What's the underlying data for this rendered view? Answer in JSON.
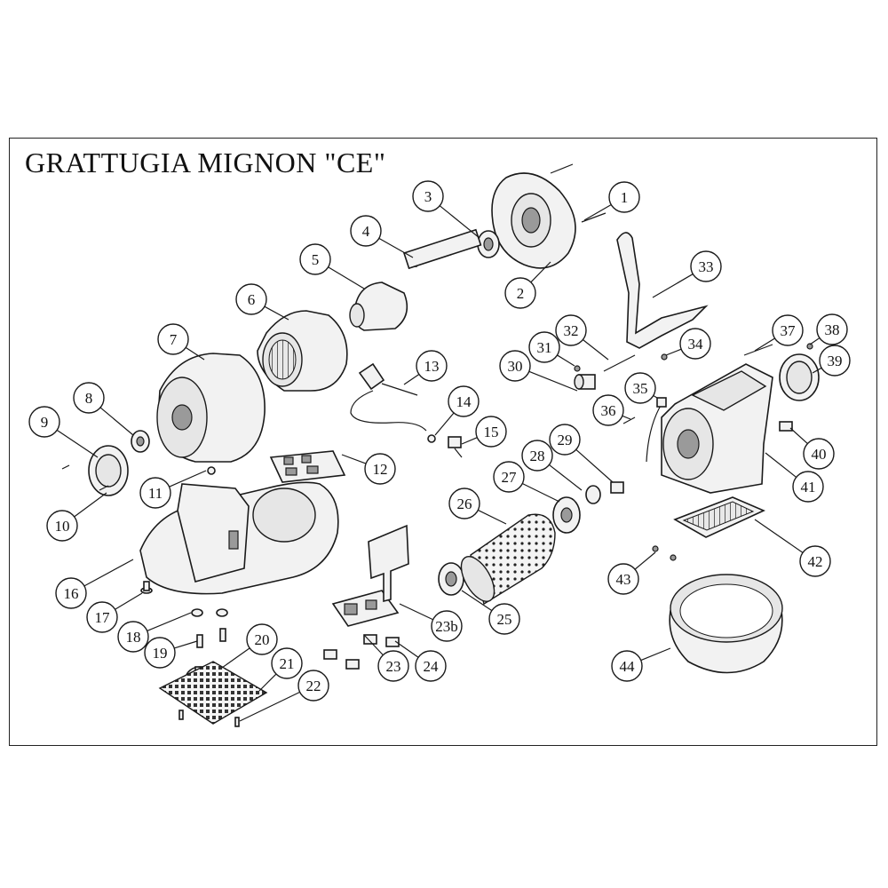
{
  "title": "GRATTUGIA MIGNON \"CE\"",
  "callouts": [
    "1",
    "2",
    "3",
    "4",
    "5",
    "6",
    "7",
    "8",
    "9",
    "10",
    "11",
    "12",
    "13",
    "14",
    "15",
    "16",
    "17",
    "18",
    "19",
    "20",
    "21",
    "22",
    "23",
    "23b",
    "24",
    "25",
    "26",
    "27",
    "28",
    "29",
    "30",
    "31",
    "32",
    "33",
    "34",
    "35",
    "36",
    "37",
    "38",
    "39",
    "40",
    "41",
    "42",
    "43",
    "44"
  ]
}
